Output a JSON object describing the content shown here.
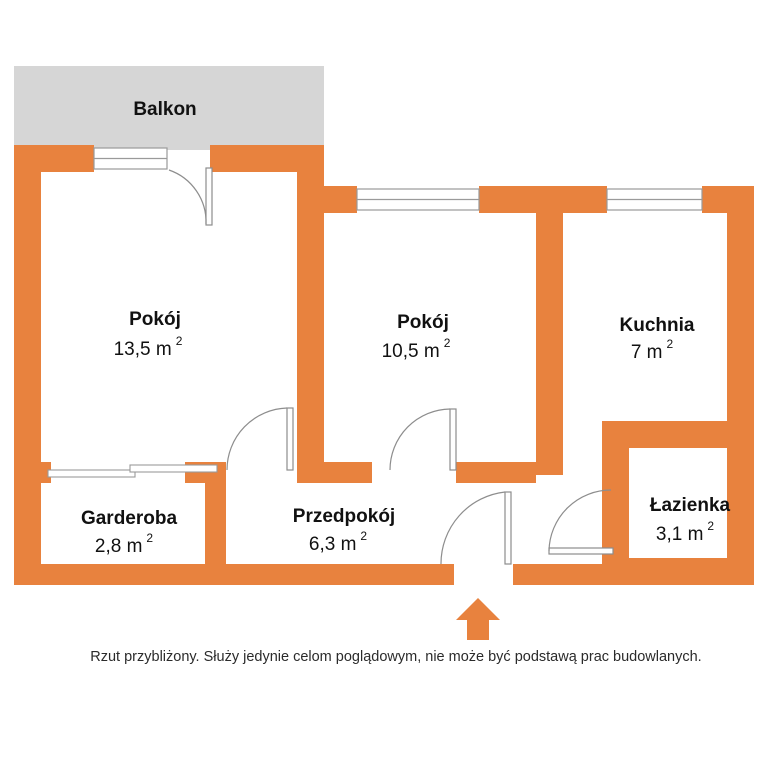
{
  "plan": {
    "balcony": {
      "label": "Balkon",
      "fill": "#d6d6d6"
    },
    "wall_color": "#e8823e",
    "entrance_marker": "entrance-arrow",
    "rooms": [
      {
        "id": "pokoj-left",
        "name": "Pokój",
        "area": "13,5 m",
        "unit_sup": "2"
      },
      {
        "id": "pokoj-middle",
        "name": "Pokój",
        "area": "10,5 m",
        "unit_sup": "2"
      },
      {
        "id": "kuchnia",
        "name": "Kuchnia",
        "area": "7 m",
        "unit_sup": "2"
      },
      {
        "id": "garderoba",
        "name": "Garderoba",
        "area": "2,8 m",
        "unit_sup": "2"
      },
      {
        "id": "przedpokoj",
        "name": "Przedpokój",
        "area": "6,3 m",
        "unit_sup": "2"
      },
      {
        "id": "lazienka",
        "name": "Łazienka",
        "area": "3,1 m",
        "unit_sup": "2"
      }
    ],
    "disclaimer": "Rzut przybliżony. Służy jedynie celom poglądowym, nie może być podstawą prac budowlanych."
  }
}
